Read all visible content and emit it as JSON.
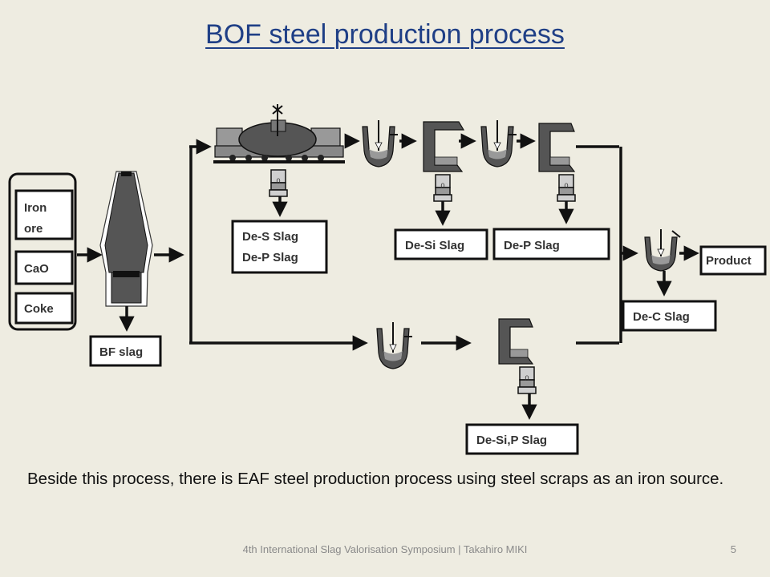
{
  "title": "BOF steel production process",
  "inputs": {
    "iron_ore": [
      "Iron",
      "ore"
    ],
    "cao": "CaO",
    "coke": "Coke"
  },
  "slags": {
    "bf": "BF slag",
    "desp": [
      "De-S Slag",
      "De-P Slag"
    ],
    "desi": "De-Si Slag",
    "dep": "De-P Slag",
    "dec": "De-C Slag",
    "desip": "De-Si,P Slag"
  },
  "product": "Product",
  "ladle_marks": [
    "0",
    "0",
    "0",
    "0"
  ],
  "caption": "Beside this process, there is EAF steel production process using steel scraps as an iron source.",
  "footer": "4th International Slag Valorisation Symposium | Takahiro MIKI",
  "page_number": "5"
}
